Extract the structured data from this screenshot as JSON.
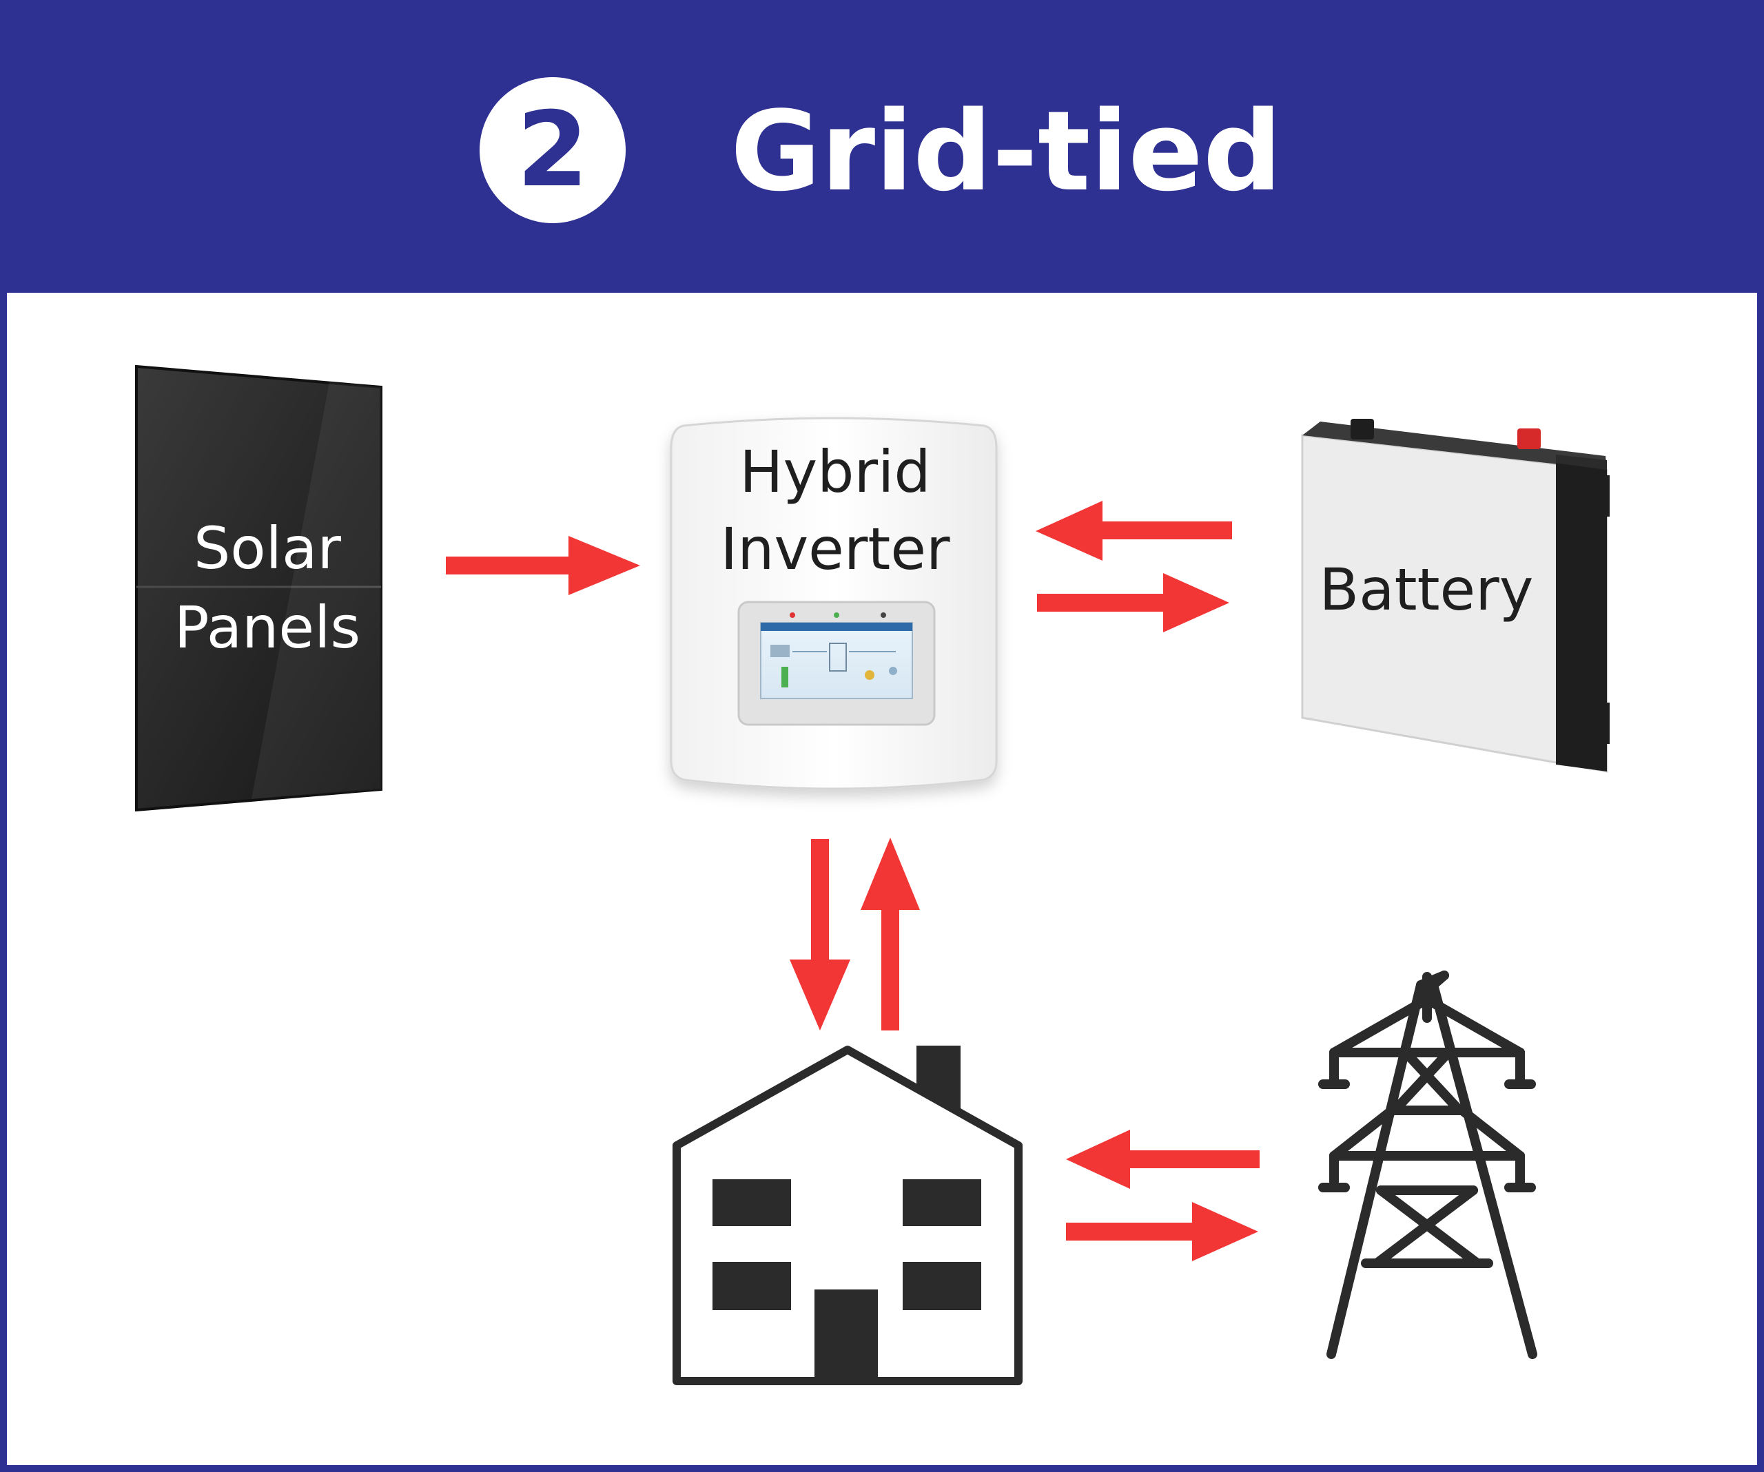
{
  "header": {
    "number": "2",
    "title": "Grid-tied"
  },
  "components": {
    "solar": {
      "line1": "Solar",
      "line2": "Panels"
    },
    "inverter": {
      "line1": "Hybrid",
      "line2": "Inverter"
    },
    "battery": {
      "label": "Battery"
    },
    "house": {
      "icon": "house-icon"
    },
    "grid": {
      "icon": "pylon-icon"
    }
  },
  "colors": {
    "header_bg": "#2e3192",
    "arrow": "#f23535",
    "icon": "#2b2b2b",
    "panel": "#2a2a2a"
  }
}
